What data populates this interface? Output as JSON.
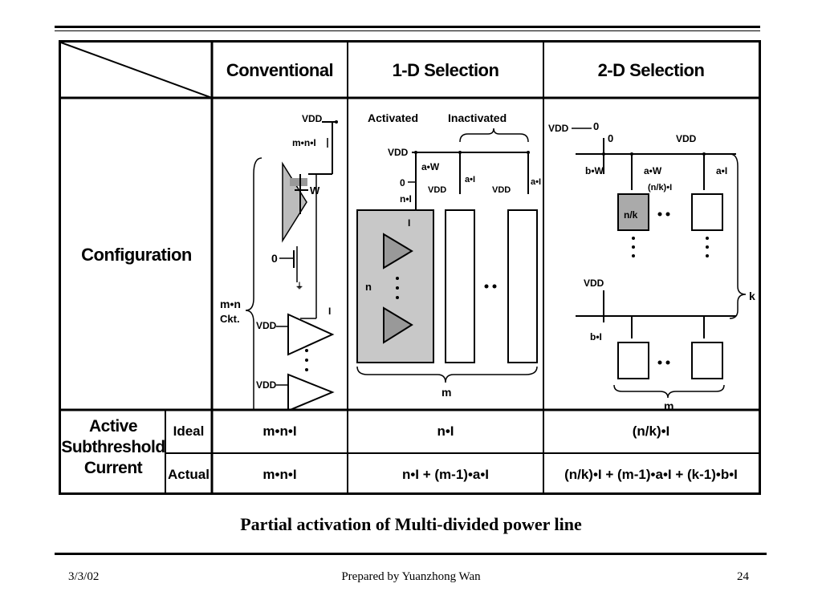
{
  "table": {
    "headers": {
      "conventional": "Conventional",
      "one_d": "1-D Selection",
      "two_d": "2-D Selection"
    },
    "row_labels": {
      "configuration": "Configuration",
      "active_current": "Active\nSubthreshold\nCurrent",
      "ideal": "Ideal",
      "actual": "Actual"
    },
    "ideal": {
      "conventional": "m•n•I",
      "one_d": "n•I",
      "two_d": "(n/k)•I"
    },
    "actual": {
      "conventional": "m•n•I",
      "one_d": "n•I + (m-1)•a•I",
      "two_d": "(n/k)•I + (m-1)•a•I + (k-1)•b•I"
    }
  },
  "diagram_labels": {
    "conventional": {
      "vdd": "VDD",
      "current": "m•n•I",
      "w": "W",
      "zero": "0",
      "mn": "m•n",
      "ckt": "Ckt.",
      "vdd2": "VDD",
      "vdd3": "VDD",
      "i": "I"
    },
    "one_d": {
      "activated": "Activated",
      "inactivated": "Inactivated",
      "vdd": "VDD",
      "aw": "a•W",
      "zero": "0",
      "ni": "n•I",
      "vdd2": "VDD",
      "ai": "a•I",
      "vdd3": "VDD",
      "ai2": "a•I",
      "i": "I",
      "n": "n",
      "m": "m"
    },
    "two_d": {
      "vdd": "VDD",
      "zero": "0",
      "zero2": "0",
      "vdd_top": "VDD",
      "bw": "b•W",
      "aw": "a•W",
      "ai": "a•I",
      "nk_i": "(n/k)•I",
      "nk": "n/k",
      "vdd_mid": "VDD",
      "k": "k",
      "bi": "b•I",
      "m": "m"
    }
  },
  "caption": "Partial activation of Multi-divided power line",
  "footer": {
    "date": "3/3/02",
    "author": "Prepared by Yuanzhong Wan",
    "page": "24"
  }
}
